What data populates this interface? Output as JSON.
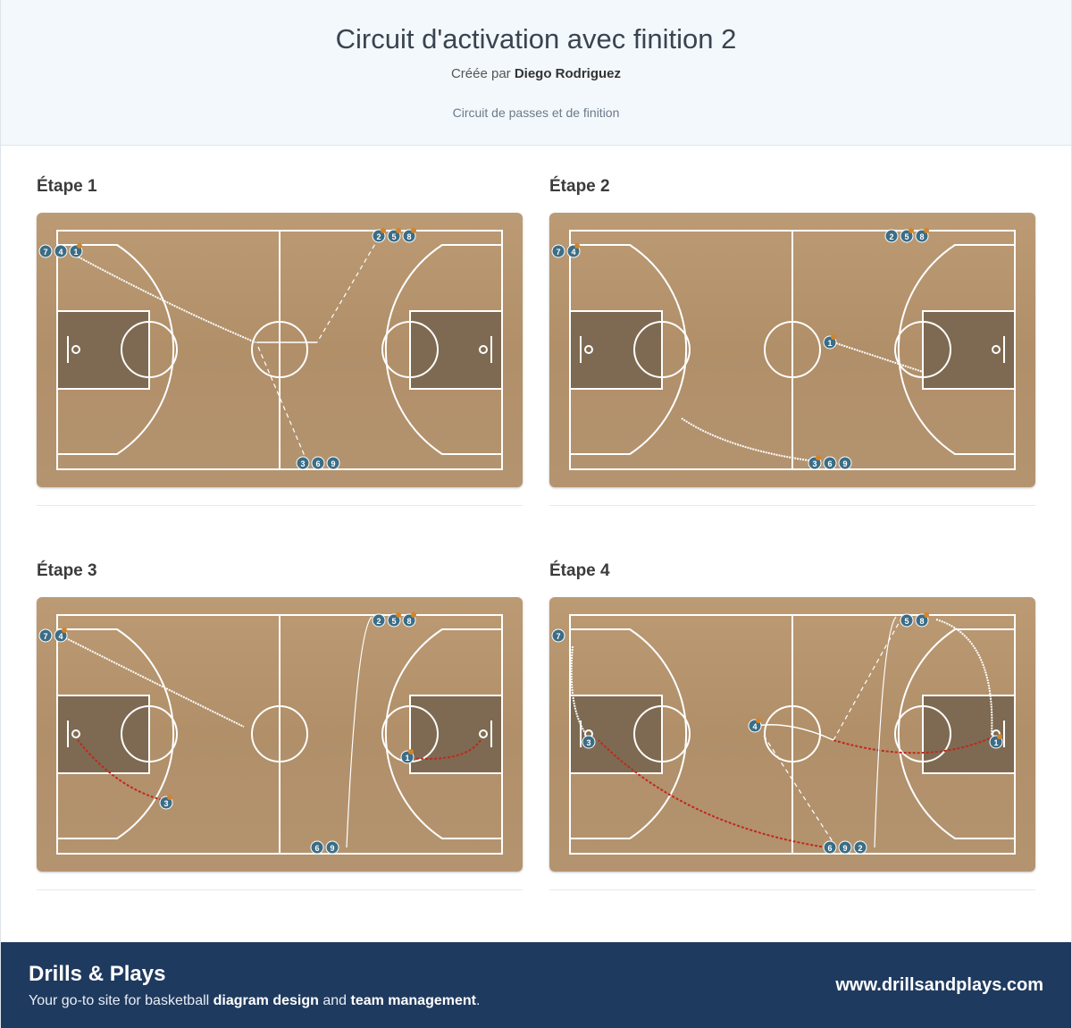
{
  "header": {
    "title": "Circuit d'activation avec finition 2",
    "byline_prefix": "Créée par",
    "author": "Diego Rodriguez",
    "description": "Circuit de passes et de finition"
  },
  "steps": [
    {
      "title": "Étape 1"
    },
    {
      "title": "Étape 2"
    },
    {
      "title": "Étape 3"
    },
    {
      "title": "Étape 4"
    }
  ],
  "footer": {
    "brand": "Drills & Plays",
    "tagline_a": "Your go-to site for basketball ",
    "tagline_b": "diagram design",
    "tagline_c": " and ",
    "tagline_d": "team management",
    "tagline_e": ".",
    "site": "www.drillsandplays.com"
  },
  "colors": {
    "player": "#3b6d86",
    "ball": "#d4842a",
    "dribble_red": "#c0281e",
    "line": "#ffffff",
    "paint": "#7e6a52",
    "footer_bg": "#1f3a5f"
  }
}
